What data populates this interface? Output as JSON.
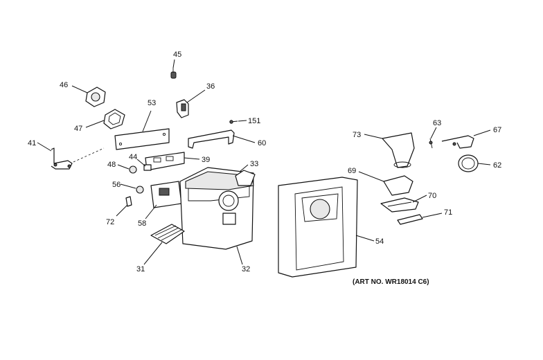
{
  "diagram": {
    "callouts": [
      "45",
      "36",
      "46",
      "53",
      "47",
      "151",
      "41",
      "60",
      "44",
      "39",
      "48",
      "33",
      "56",
      "72",
      "58",
      "31",
      "32",
      "54",
      "73",
      "63",
      "67",
      "62",
      "69",
      "70",
      "71"
    ],
    "art_number": "(ART NO. WR18014 C6)"
  },
  "colors": {
    "line": "#111111",
    "background": "#ffffff"
  }
}
